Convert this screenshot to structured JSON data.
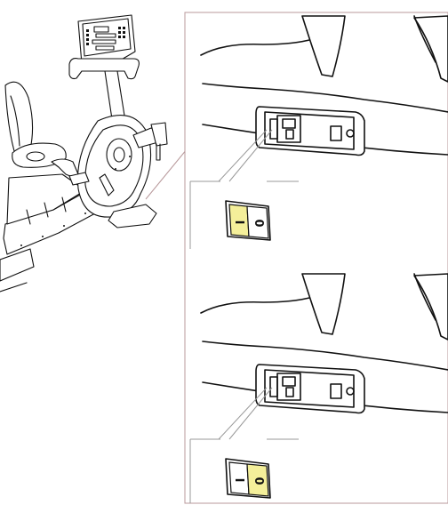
{
  "diagram": {
    "colors": {
      "ink": "#111111",
      "callout_frame": "#b8999b",
      "callout_leader": "#9a9a9a",
      "switch_highlight": "#f4ef9a",
      "switch_face": "#ffffff"
    },
    "panels": [
      {
        "state": "on",
        "on_symbol": "I",
        "off_symbol": "0",
        "highlight": "on"
      },
      {
        "state": "off",
        "on_symbol": "I",
        "off_symbol": "0",
        "highlight": "off"
      }
    ]
  }
}
